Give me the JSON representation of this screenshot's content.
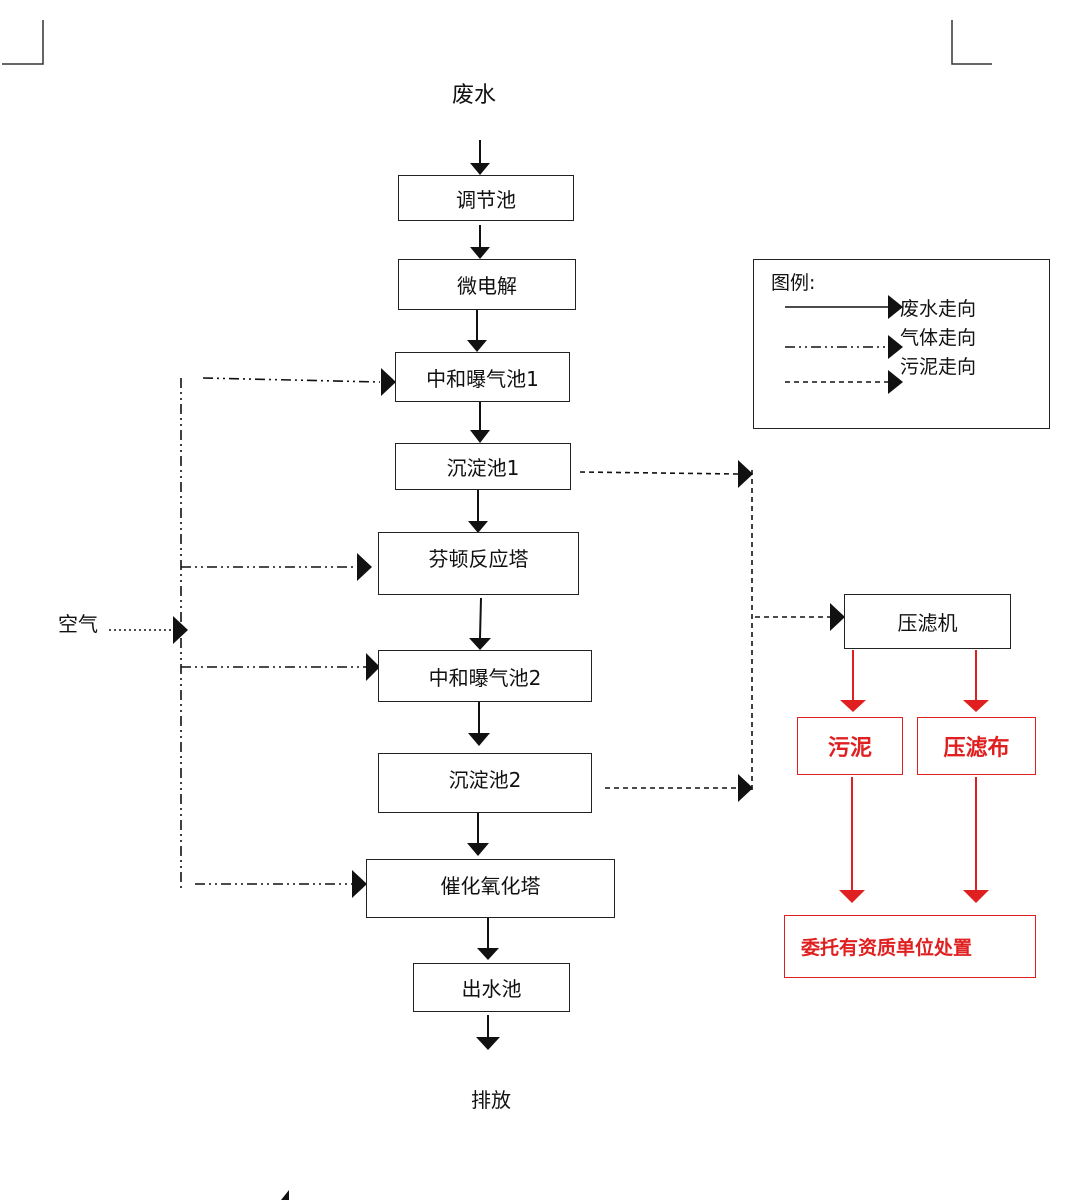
{
  "input_label": "废水",
  "output_label": "排放",
  "air_label": "空气",
  "process": {
    "tiaojie": "调节池",
    "weidianjie": "微电解",
    "zhonghe1": "中和曝气池1",
    "chendian1": "沉淀池1",
    "fenton": "芬顿反应塔",
    "zhonghe2": "中和曝气池2",
    "chendian2": "沉淀池2",
    "cuihua": "催化氧化塔",
    "chushui": "出水池"
  },
  "sludge": {
    "press": "压滤机",
    "sludge": "污泥",
    "filter_cloth": "压滤布",
    "disposal": "委托有资质单位处置"
  },
  "legend": {
    "title": "图例:",
    "items": [
      {
        "label": "废水走向",
        "style": "solid"
      },
      {
        "label": "气体走向",
        "style": "dash-dot"
      },
      {
        "label": "污泥走向",
        "style": "dashed"
      }
    ]
  },
  "colors": {
    "line": "#111111",
    "accent_red": "#e02020"
  }
}
